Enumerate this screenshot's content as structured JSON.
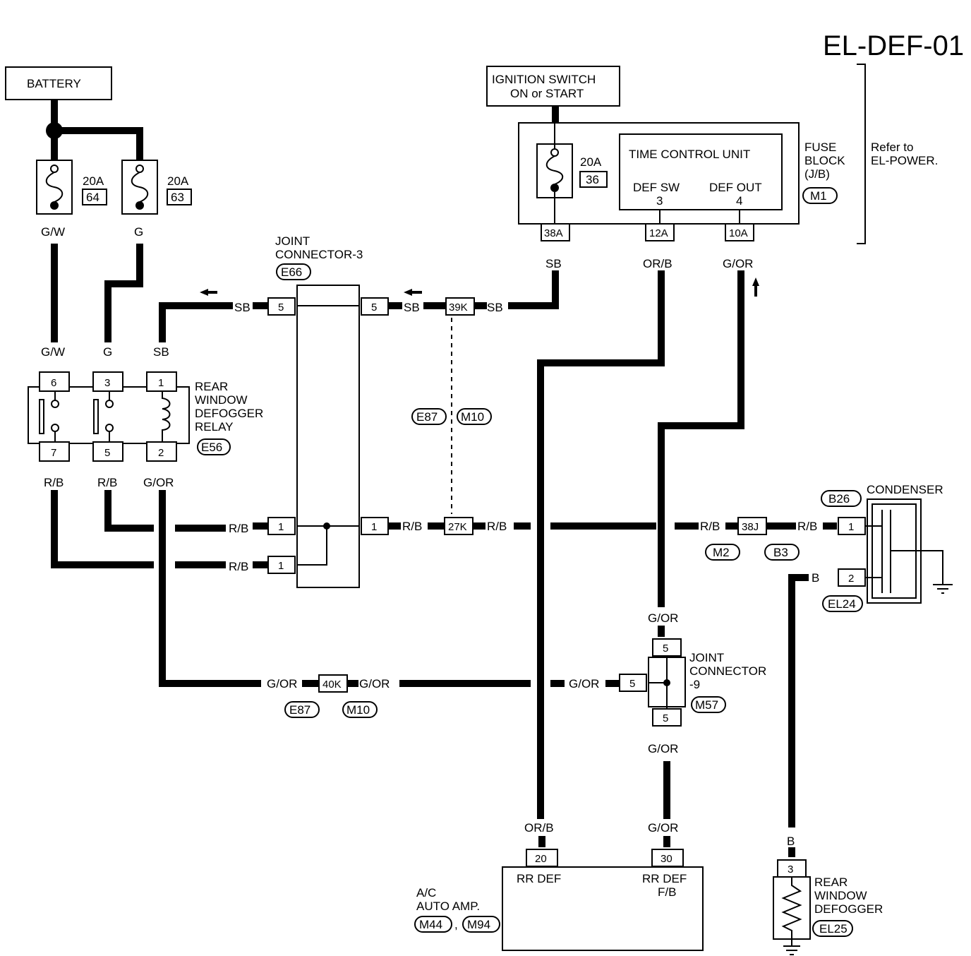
{
  "diagram_id": "EL-DEF-01",
  "components": {
    "battery": "BATTERY",
    "ignition_line1": "IGNITION SWITCH",
    "ignition_line2": "ON or START",
    "tcu": "TIME CONTROL UNIT",
    "tcu_defsw": "DEF SW",
    "tcu_defsw_pin": "3",
    "tcu_defout": "DEF OUT",
    "tcu_defout_pin": "4",
    "fuseblock_line1": "FUSE",
    "fuseblock_line2": "BLOCK",
    "fuseblock_line3": "(J/B)",
    "fuseblock_conn": "M1",
    "refer_line1": "Refer to",
    "refer_line2": "EL-POWER.",
    "jc3_line1": "JOINT",
    "jc3_line2": "CONNECTOR-3",
    "jc3_conn": "E66",
    "relay_line1": "REAR",
    "relay_line2": "WINDOW",
    "relay_line3": "DEFOGGER",
    "relay_line4": "RELAY",
    "relay_conn": "E56",
    "condenser": "CONDENSER",
    "condenser_conn_top": "B26",
    "condenser_conn_bottom": "EL24",
    "jc9_line1": "JOINT",
    "jc9_line2": "CONNECTOR",
    "jc9_line3": "-9",
    "jc9_conn": "M57",
    "amp_line1": "A/C",
    "amp_line2": "AUTO AMP.",
    "amp_conn1": "M44",
    "amp_sep": ",",
    "amp_conn2": "M94",
    "amp_rrdef": "RR DEF",
    "amp_rrdefb": "RR DEF",
    "amp_rrdefb2": "F/B",
    "defogger_line1": "REAR",
    "defogger_line2": "WINDOW",
    "defogger_line3": "DEFOGGER",
    "defogger_conn": "EL25"
  },
  "fuses": {
    "f64_rating": "20A",
    "f64_num": "64",
    "f63_rating": "20A",
    "f63_num": "63",
    "f36_rating": "20A",
    "f36_num": "36"
  },
  "connectors": {
    "c38A": "38A",
    "c12A": "12A",
    "c10A": "10A",
    "c39K": "39K",
    "c27K": "27K",
    "c40K": "40K",
    "c38J": "38J",
    "e87a": "E87",
    "m10a": "M10",
    "e87b": "E87",
    "m10b": "M10",
    "m2": "M2",
    "b3": "B3"
  },
  "pins": {
    "relay_6": "6",
    "relay_3": "3",
    "relay_1": "1",
    "relay_7": "7",
    "relay_5": "5",
    "relay_2": "2",
    "jc3_l5": "5",
    "jc3_r5": "5",
    "jc3_l1a": "1",
    "jc3_l1b": "1",
    "jc3_r1": "1",
    "cond_1": "1",
    "cond_2": "2",
    "jc9_top": "5",
    "jc9_left": "5",
    "jc9_bottom": "5",
    "amp_20": "20",
    "amp_30": "30",
    "def_3": "3"
  },
  "wires": {
    "gw1": "G/W",
    "g1": "G",
    "gw2": "G/W",
    "g2": "G",
    "sb_relay": "SB",
    "rb_7": "R/B",
    "rb_5": "R/B",
    "gor_2": "G/OR",
    "sb_38A": "SB",
    "orb_12A": "OR/B",
    "gor_10A": "G/OR",
    "sb_jc3l": "SB",
    "sb_jc3r": "SB",
    "sb_39k": "SB",
    "rb_jc3a": "R/B",
    "rb_jc3b": "R/B",
    "rb_jc3r": "R/B",
    "rb_27k": "R/B",
    "rb_38jl": "R/B",
    "rb_38jr": "R/B",
    "b_cond": "B",
    "gor_40kl": "G/OR",
    "gor_40kr": "G/OR",
    "gor_jc9l": "G/OR",
    "gor_jc9t": "G/OR",
    "gor_jc9b": "G/OR",
    "orb_amp": "OR/B",
    "gor_amp": "G/OR",
    "b_def": "B"
  }
}
